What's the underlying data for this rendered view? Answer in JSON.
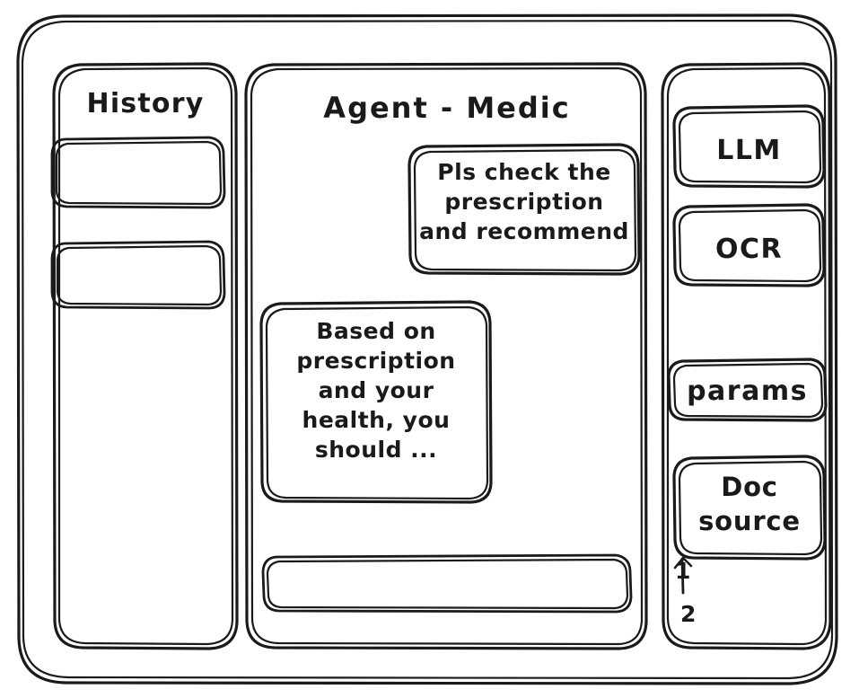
{
  "window": {
    "frame_name": "app-window-frame",
    "stroke_color": "#1a1a1a",
    "background_color": "#ffffff"
  },
  "sidebar_left": {
    "title": "History",
    "items": [
      {
        "label": "",
        "name": "history-item-1"
      },
      {
        "label": "",
        "name": "history-item-2"
      }
    ]
  },
  "main": {
    "title": "Agent - Medic",
    "messages": [
      {
        "role": "user",
        "text": "Pls check the\nprescription\nand recommend",
        "name": "user-message-bubble"
      },
      {
        "role": "agent",
        "text": "Based on\nprescription\nand your\nhealth, you\nshould ...",
        "name": "agent-message-bubble"
      }
    ],
    "composer": {
      "value": "",
      "placeholder": ""
    }
  },
  "sidebar_right": {
    "buttons": [
      {
        "label": "LLM",
        "name": "llm-button"
      },
      {
        "label": "OCR",
        "name": "ocr-button"
      },
      {
        "label": "params",
        "name": "params-button"
      }
    ],
    "doc_source": {
      "label": "Doc\nsource"
    },
    "doc_list": [
      {
        "label": "1"
      },
      {
        "label": "2"
      }
    ]
  }
}
